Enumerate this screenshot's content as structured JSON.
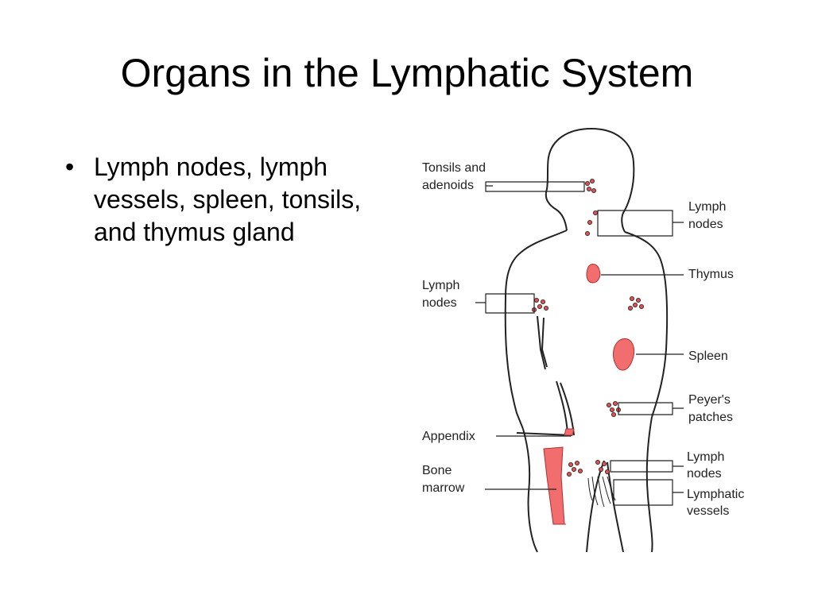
{
  "slide": {
    "title": "Organs in the Lymphatic System",
    "bullets": [
      "Lymph nodes, lymph vessels, spleen, tonsils, and thymus gland"
    ]
  },
  "diagram": {
    "labels": {
      "tonsils_line1": "Tonsils and",
      "tonsils_line2": "adenoids",
      "neck_nodes_line1": "Lymph",
      "neck_nodes_line2": "nodes",
      "thymus": "Thymus",
      "arm_nodes_line1": "Lymph",
      "arm_nodes_line2": "nodes",
      "spleen": "Spleen",
      "peyers_line1": "Peyer's",
      "peyers_line2": "patches",
      "appendix": "Appendix",
      "bone_marrow_line1": "Bone",
      "bone_marrow_line2": "marrow",
      "groin_nodes_line1": "Lymph",
      "groin_nodes_line2": "nodes",
      "vessels_line1": "Lymphatic",
      "vessels_line2": "vessels"
    },
    "colors": {
      "organ_fill": "#f26d6d",
      "organ_stroke": "#b03030",
      "outline": "#222222"
    }
  }
}
